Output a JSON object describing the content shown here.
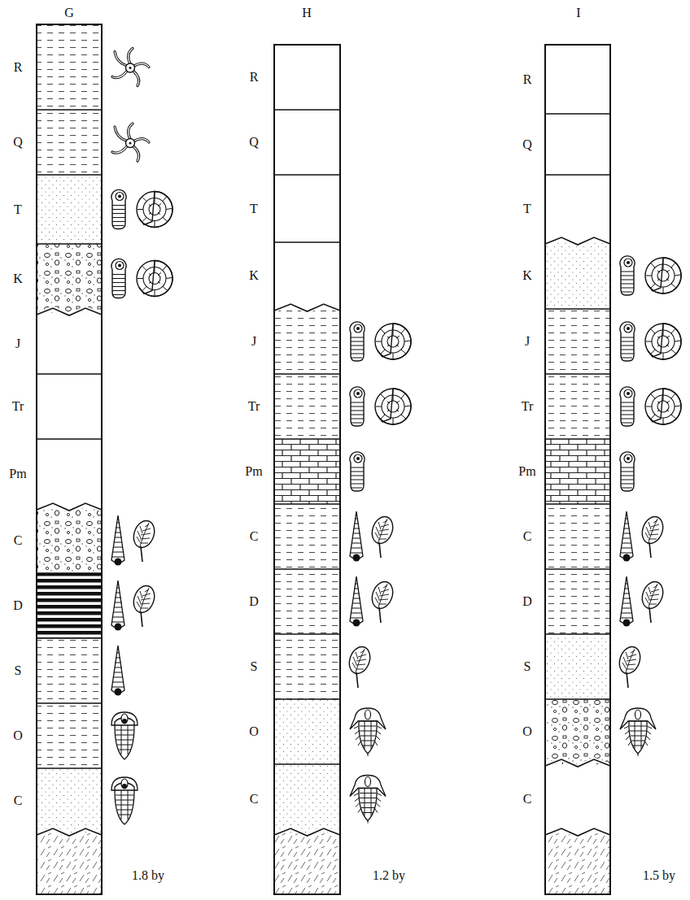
{
  "diagram": {
    "labels": [
      "G",
      "H",
      "I",
      "R",
      "Q",
      "T",
      "K",
      "J",
      "Tr",
      "Pm",
      "C",
      "D",
      "S",
      "O",
      "C",
      "R",
      "Q",
      "T",
      "K",
      "J",
      "Tr",
      "Pm",
      "C",
      "D",
      "S",
      "O",
      "C",
      "R",
      "Q",
      "T",
      "K",
      "J",
      "Tr",
      "Pm",
      "C",
      "D",
      "S",
      "O",
      "C",
      "1.8 by",
      "1.2 by",
      "1.5 by"
    ]
  }
}
